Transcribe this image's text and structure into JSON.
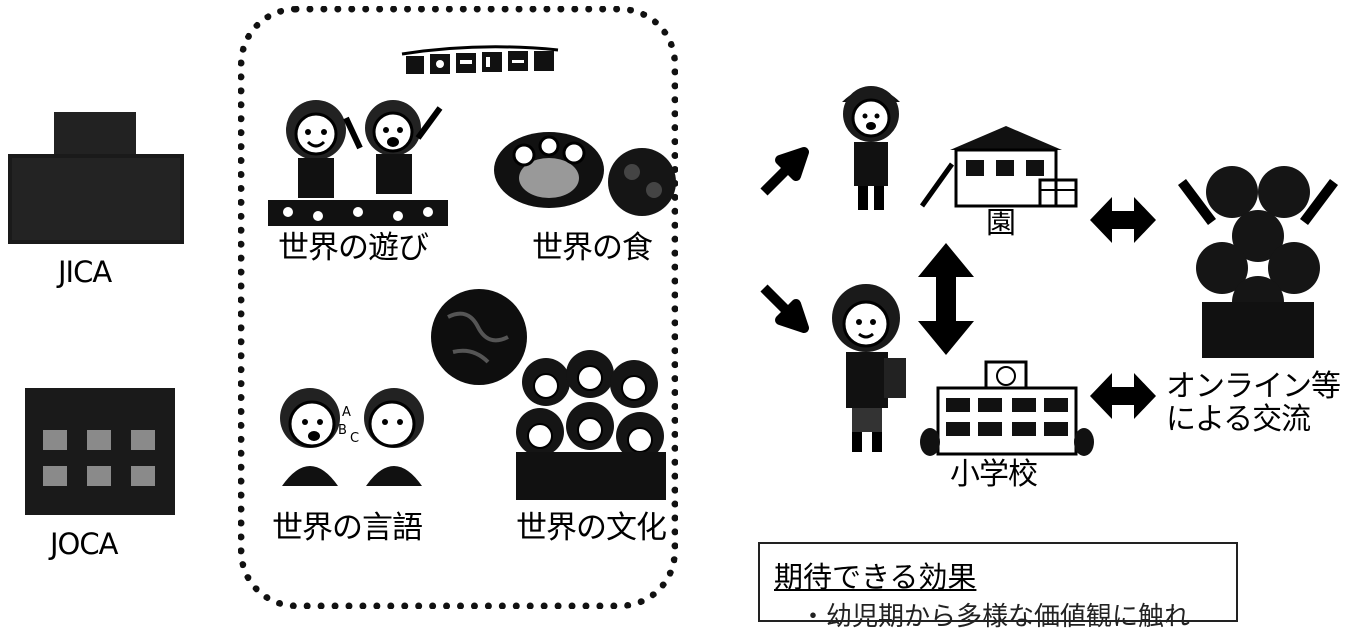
{
  "left": {
    "jica": {
      "label": "JICA"
    },
    "joca": {
      "label": "JOCA"
    }
  },
  "activities": {
    "play": "世界の遊び",
    "food": "世界の食",
    "language": "世界の言語",
    "culture": "世界の文化"
  },
  "right": {
    "kindergarten": "園",
    "elementary": "小学校",
    "online": [
      "オンライン等",
      "による交流"
    ]
  },
  "effects_box": {
    "title": "期待できる効果",
    "cut_text": "・幼児期から多様な価値観に触れ"
  }
}
